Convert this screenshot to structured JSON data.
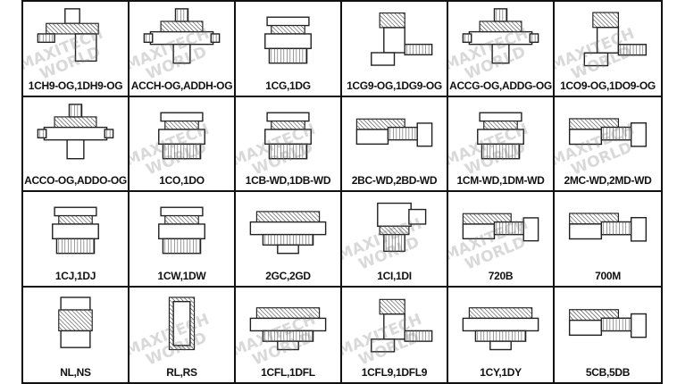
{
  "watermark": {
    "line1": "MAXITECH",
    "line2": "WORLD",
    "color": "#8a8a8a"
  },
  "cells": [
    {
      "label": "1CH9-OG,1DH9-OG",
      "shape": "elbow-tee"
    },
    {
      "label": "ACCH-OG,ADDH-OG",
      "shape": "tee"
    },
    {
      "label": "1CG,1DG",
      "shape": "straight"
    },
    {
      "label": "1CG9-OG,1DG9-OG",
      "shape": "elbow"
    },
    {
      "label": "ACCG-OG,ADDG-OG",
      "shape": "tee"
    },
    {
      "label": "1CO9-OG,1DO9-OG",
      "shape": "elbow"
    },
    {
      "label": "ACCO-OG,ADDO-OG",
      "shape": "tee"
    },
    {
      "label": "1CO,1DO",
      "shape": "straight"
    },
    {
      "label": "1CB-WD,1DB-WD",
      "shape": "straight"
    },
    {
      "label": "2BC-WD,2BD-WD",
      "shape": "adapter"
    },
    {
      "label": "1CM-WD,1DM-WD",
      "shape": "straight"
    },
    {
      "label": "2MC-WD,2MD-WD",
      "shape": "adapter"
    },
    {
      "label": "1CJ,1DJ",
      "shape": "straight"
    },
    {
      "label": "1CW,1DW",
      "shape": "straight"
    },
    {
      "label": "2GC,2GD",
      "shape": "bulkhead"
    },
    {
      "label": "1CI,1DI",
      "shape": "banjo"
    },
    {
      "label": "720B",
      "shape": "adapter"
    },
    {
      "label": "700M",
      "shape": "adapter"
    },
    {
      "label": "NL,NS",
      "shape": "nut"
    },
    {
      "label": "RL,RS",
      "shape": "ring"
    },
    {
      "label": "1CFL,1DFL",
      "shape": "bulkhead"
    },
    {
      "label": "1CFL9,1DFL9",
      "shape": "elbow"
    },
    {
      "label": "1CY,1DY",
      "shape": "bulkhead"
    },
    {
      "label": "5CB,5DB",
      "shape": "adapter"
    }
  ]
}
